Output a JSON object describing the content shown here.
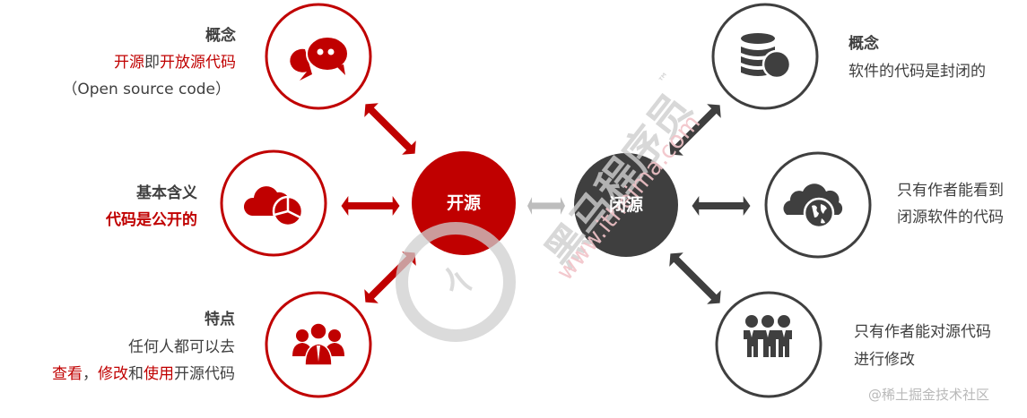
{
  "colors": {
    "open_red": "#c00000",
    "closed_dark": "#3f3f3f",
    "connector_gray": "#bdbdbd",
    "text_dark": "#3f3f3f",
    "watermark_gray": "#cfcfcf",
    "watermark_pink": "#f2c4c9",
    "credit_gray": "#b9b9b9"
  },
  "hubs": {
    "open": {
      "label": "开源",
      "color": "#c00000"
    },
    "closed": {
      "label": "闭源",
      "color": "#3f3f3f"
    }
  },
  "open_side": {
    "concept": {
      "icon": "chat-bubbles-icon",
      "title": "概念",
      "line1_parts": [
        {
          "text": "开源",
          "style": "red"
        },
        {
          "text": "即",
          "style": "dark"
        },
        {
          "text": "开放源代码",
          "style": "red"
        }
      ],
      "line2": "（Open source code）"
    },
    "meaning": {
      "icon": "cloud-pie-chart-icon",
      "title": "基本含义",
      "line1": "代码是公开的"
    },
    "features": {
      "icon": "team-people-icon",
      "title": "特点",
      "line1": "任何人都可以去",
      "line2_parts": [
        {
          "text": "查看",
          "style": "red"
        },
        {
          "text": "，",
          "style": "dark"
        },
        {
          "text": "修改",
          "style": "red"
        },
        {
          "text": "和",
          "style": "dark"
        },
        {
          "text": "使用",
          "style": "red"
        },
        {
          "text": "开源代码",
          "style": "dark"
        }
      ]
    }
  },
  "closed_side": {
    "concept": {
      "icon": "database-coin-icon",
      "title": "概念",
      "line1": "软件的代码是封闭的"
    },
    "view": {
      "icon": "cloud-globe-icon",
      "line1": "只有作者能看到",
      "line2": "闭源软件的代码"
    },
    "modify": {
      "icon": "business-team-icon",
      "line1": "只有作者能对源代码",
      "line2": "进行修改"
    }
  },
  "watermark": {
    "brand": "黑马程序员",
    "trademark": "™",
    "url": "www.itheima.com"
  },
  "credit": "@稀土掘金技术社区"
}
